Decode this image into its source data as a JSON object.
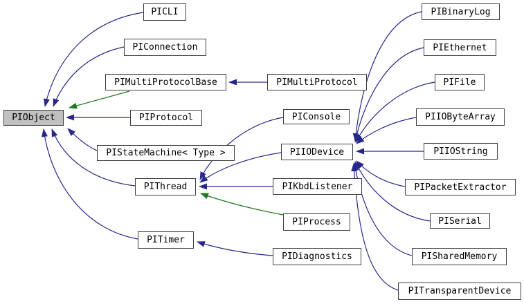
{
  "diagram": {
    "type": "inheritance-graph",
    "colors": {
      "background": "#ffffff",
      "edge_public": "#26268b",
      "edge_protected": "#1a7a1a",
      "node_border": "#3c3c3c",
      "node_fill": "#ffffff",
      "highlight_fill": "#c0c0c0",
      "text": "#000000"
    },
    "nodes": {
      "piobject": {
        "label": "PIObject",
        "highlighted": true
      },
      "picli": {
        "label": "PICLI"
      },
      "piconnection": {
        "label": "PIConnection"
      },
      "pimultiprotocolbase": {
        "label": "PIMultiProtocolBase"
      },
      "piprotocol": {
        "label": "PIProtocol"
      },
      "pistatemachine": {
        "label": "PIStateMachine< Type >"
      },
      "pithread": {
        "label": "PIThread"
      },
      "pitimer": {
        "label": "PITimer"
      },
      "pimultiprotocol": {
        "label": "PIMultiProtocol"
      },
      "piconsole": {
        "label": "PIConsole"
      },
      "piiodevice": {
        "label": "PIIODevice"
      },
      "pikbdlistener": {
        "label": "PIKbdListener"
      },
      "piprocess": {
        "label": "PIProcess"
      },
      "pidiagnostics": {
        "label": "PIDiagnostics"
      },
      "pibinarylog": {
        "label": "PIBinaryLog"
      },
      "piethernet": {
        "label": "PIEthernet"
      },
      "pifile": {
        "label": "PIFile"
      },
      "piiobytearray": {
        "label": "PIIOByteArray"
      },
      "piiostring": {
        "label": "PIIOString"
      },
      "pipacketextractor": {
        "label": "PIPacketExtractor"
      },
      "piserial": {
        "label": "PISerial"
      },
      "pisharedmemory": {
        "label": "PISharedMemory"
      },
      "pitransparentdevice": {
        "label": "PITransparentDevice"
      }
    },
    "edges": [
      {
        "from": "PICLI",
        "to": "PIObject",
        "style": "public"
      },
      {
        "from": "PIConnection",
        "to": "PIObject",
        "style": "public"
      },
      {
        "from": "PIMultiProtocolBase",
        "to": "PIObject",
        "style": "protected"
      },
      {
        "from": "PIProtocol",
        "to": "PIObject",
        "style": "public"
      },
      {
        "from": "PIStateMachine< Type >",
        "to": "PIObject",
        "style": "public"
      },
      {
        "from": "PIThread",
        "to": "PIObject",
        "style": "public"
      },
      {
        "from": "PITimer",
        "to": "PIObject",
        "style": "public"
      },
      {
        "from": "PIMultiProtocol",
        "to": "PIMultiProtocolBase",
        "style": "public"
      },
      {
        "from": "PIConsole",
        "to": "PIThread",
        "style": "public"
      },
      {
        "from": "PIIODevice",
        "to": "PIThread",
        "style": "public"
      },
      {
        "from": "PIKbdListener",
        "to": "PIThread",
        "style": "public"
      },
      {
        "from": "PIProcess",
        "to": "PIThread",
        "style": "protected"
      },
      {
        "from": "PIDiagnostics",
        "to": "PITimer",
        "style": "public"
      },
      {
        "from": "PIBinaryLog",
        "to": "PIIODevice",
        "style": "public"
      },
      {
        "from": "PIEthernet",
        "to": "PIIODevice",
        "style": "public"
      },
      {
        "from": "PIFile",
        "to": "PIIODevice",
        "style": "public"
      },
      {
        "from": "PIIOByteArray",
        "to": "PIIODevice",
        "style": "public"
      },
      {
        "from": "PIIOString",
        "to": "PIIODevice",
        "style": "public"
      },
      {
        "from": "PIPacketExtractor",
        "to": "PIIODevice",
        "style": "public"
      },
      {
        "from": "PISerial",
        "to": "PIIODevice",
        "style": "public"
      },
      {
        "from": "PISharedMemory",
        "to": "PIIODevice",
        "style": "public"
      },
      {
        "from": "PITransparentDevice",
        "to": "PIIODevice",
        "style": "public"
      }
    ]
  }
}
